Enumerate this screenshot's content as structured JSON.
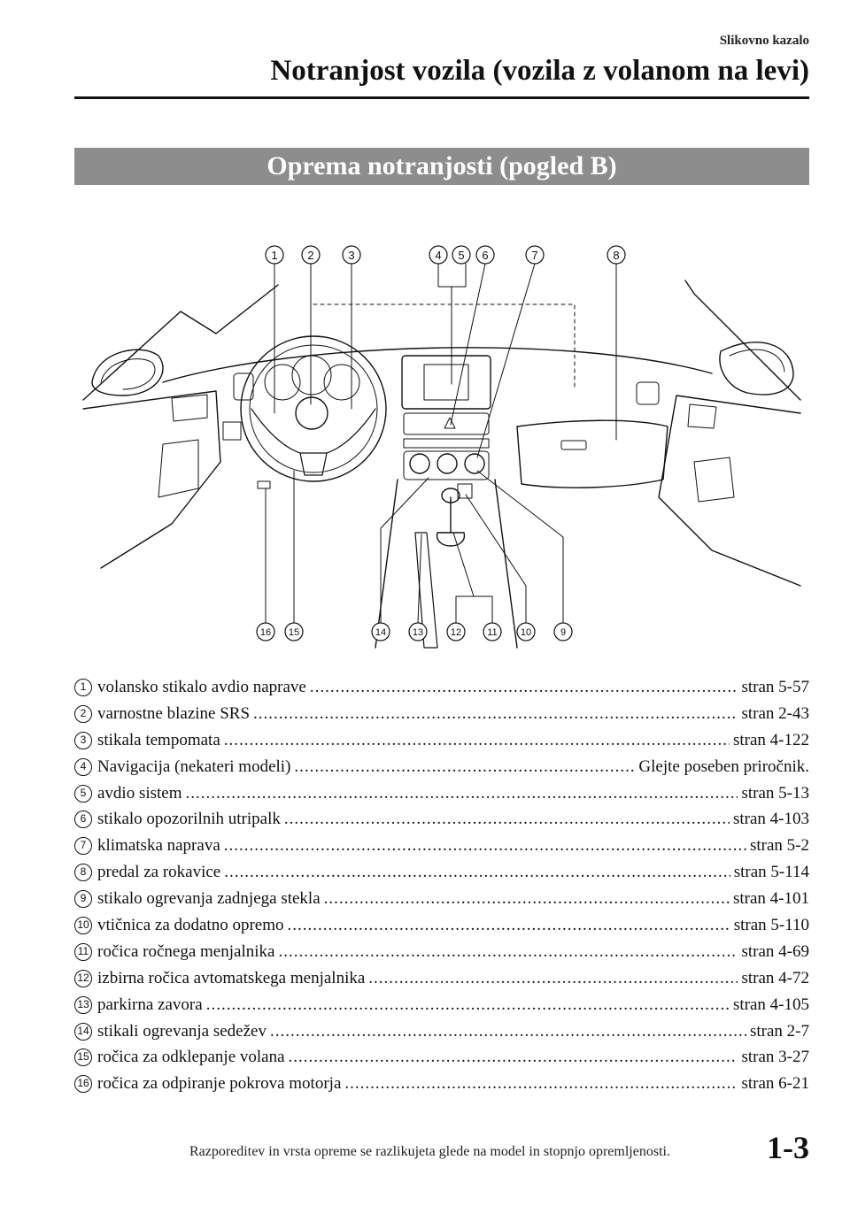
{
  "header": {
    "small_title": "Slikovno kazalo",
    "title": "Notranjost vozila (vozila z volanom na levi)"
  },
  "section": {
    "title": "Oprema notranjosti (pogled B)"
  },
  "diagram": {
    "callouts_top": [
      "1",
      "2",
      "3",
      "4",
      "5",
      "6",
      "7",
      "8"
    ],
    "callouts_bottom": [
      "16",
      "15",
      "14",
      "13",
      "12",
      "11",
      "10",
      "9"
    ]
  },
  "legend": [
    {
      "num": "1",
      "label": "volansko stikalo avdio naprave",
      "ref": "stran 5-57"
    },
    {
      "num": "2",
      "label": "varnostne blazine SRS",
      "ref": "stran 2-43"
    },
    {
      "num": "3",
      "label": "stikala tempomata",
      "ref": "stran 4-122"
    },
    {
      "num": "4",
      "label": "Navigacija (nekateri modeli)",
      "ref": "Glejte poseben priročnik."
    },
    {
      "num": "5",
      "label": "avdio sistem",
      "ref": "stran 5-13"
    },
    {
      "num": "6",
      "label": "stikalo opozorilnih utripalk",
      "ref": "stran 4-103"
    },
    {
      "num": "7",
      "label": "klimatska naprava",
      "ref": "stran 5-2"
    },
    {
      "num": "8",
      "label": "predal za rokavice",
      "ref": "stran 5-114"
    },
    {
      "num": "9",
      "label": "stikalo ogrevanja zadnjega stekla",
      "ref": "stran 4-101"
    },
    {
      "num": "10",
      "label": "vtičnica za dodatno opremo",
      "ref": "stran 5-110"
    },
    {
      "num": "11",
      "label": "ročica ročnega menjalnika",
      "ref": "stran 4-69"
    },
    {
      "num": "12",
      "label": "izbirna ročica avtomatskega menjalnika",
      "ref": "stran 4-72"
    },
    {
      "num": "13",
      "label": "parkirna zavora",
      "ref": "stran 4-105"
    },
    {
      "num": "14",
      "label": "stikali ogrevanja sedežev",
      "ref": "stran 2-7"
    },
    {
      "num": "15",
      "label": "ročica za odklepanje volana",
      "ref": "stran 3-27"
    },
    {
      "num": "16",
      "label": "ročica za odpiranje pokrova motorja",
      "ref": "stran 6-21"
    }
  ],
  "footer": {
    "note": "Razporeditev in vrsta opreme se razlikujeta glede na model in stopnjo opremljenosti.",
    "page_number": "1-3"
  }
}
